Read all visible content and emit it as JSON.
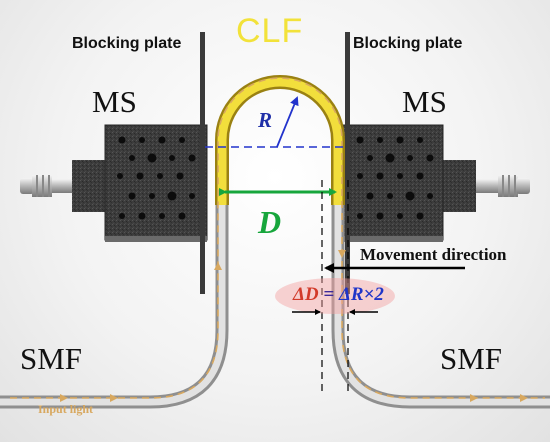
{
  "labels": {
    "blocking_plate_left": "Blocking plate",
    "blocking_plate_right": "Blocking plate",
    "clf": "CLF",
    "ms_left": "MS",
    "ms_right": "MS",
    "radius": "R",
    "distance": "D",
    "movement_direction": "Movement direction",
    "delta_d": "ΔD",
    "equals": " = ",
    "delta_r_times_2": "ΔR×2",
    "smf_left": "SMF",
    "smf_right": "SMF",
    "input_light": "Input light"
  },
  "colors": {
    "clf_fiber": "#e8d53c",
    "smf_fiber": "#c9c9c9",
    "stage_block": "#3a3a3a",
    "radius_line": "#2233cc",
    "distance_arrow": "#17a63c",
    "light_arrow": "#d8a85f",
    "movement_arrow": "#000000",
    "delta_highlight": "#f3a0a0"
  },
  "icons": {
    "stage_holes": "circle-holes",
    "connectors": "fiber-connector"
  }
}
